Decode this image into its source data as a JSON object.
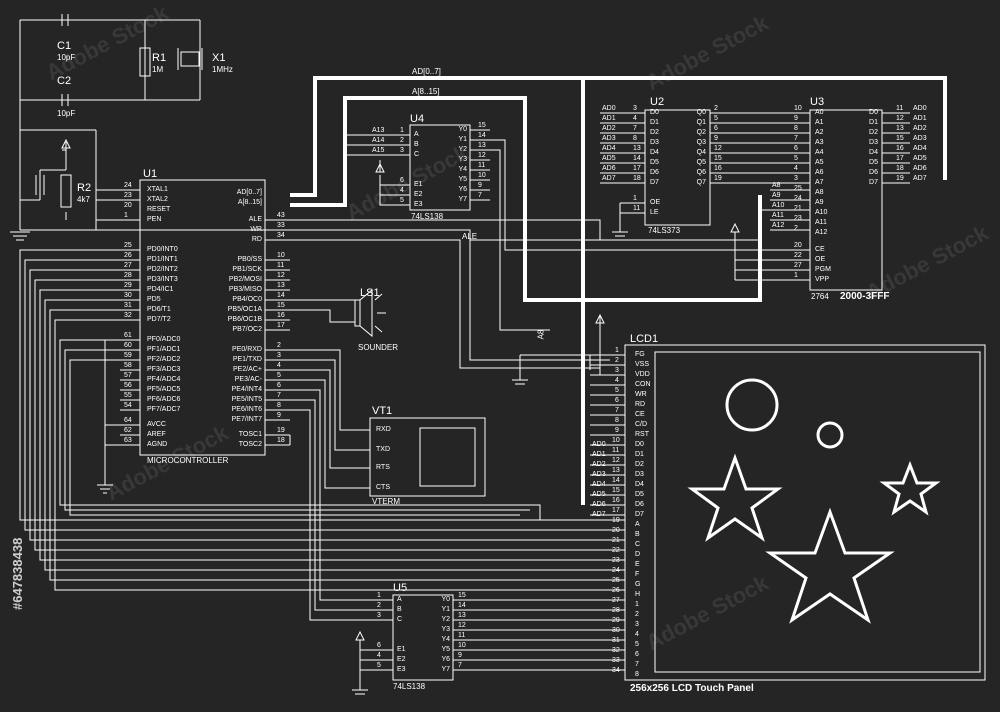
{
  "title": "256x256 LCD Touch Panel",
  "watermark": "Adobe Stock",
  "stock_id": "#647838438",
  "nets": {
    "ad_bus": "AD[0..7]",
    "a_bus": "A[8..15]",
    "ale": "ALE",
    "a8": "A8"
  },
  "components": {
    "c1": {
      "ref": "C1",
      "value": "10pF"
    },
    "c2": {
      "ref": "C2",
      "value": "10pF"
    },
    "r1": {
      "ref": "R1",
      "value": "1M"
    },
    "x1": {
      "ref": "X1",
      "value": "1MHz"
    },
    "r2": {
      "ref": "R2",
      "value": "4k7"
    },
    "u1": {
      "ref": "U1",
      "type": "MICROCONTROLLER",
      "left_top": [
        [
          "24",
          "XTAL1"
        ],
        [
          "23",
          "XTAL2"
        ],
        [
          "20",
          "RESET"
        ],
        [
          "1",
          "PEN"
        ]
      ],
      "left_pd": [
        [
          "25",
          "PD0/INT0"
        ],
        [
          "26",
          "PD1/INT1"
        ],
        [
          "27",
          "PD2/INT2"
        ],
        [
          "28",
          "PD3/INT3"
        ],
        [
          "29",
          "PD4/IC1"
        ],
        [
          "30",
          "PD5"
        ],
        [
          "31",
          "PD6/T1"
        ],
        [
          "32",
          "PD7/T2"
        ]
      ],
      "left_pf": [
        [
          "61",
          "PF0/ADC0"
        ],
        [
          "60",
          "PF1/ADC1"
        ],
        [
          "59",
          "PF2/ADC2"
        ],
        [
          "58",
          "PF3/ADC3"
        ],
        [
          "57",
          "PF4/ADC4"
        ],
        [
          "56",
          "PF5/ADC5"
        ],
        [
          "55",
          "PF6/ADC6"
        ],
        [
          "54",
          "PF7/ADC7"
        ]
      ],
      "left_pw": [
        [
          "64",
          "AVCC"
        ],
        [
          "62",
          "AREF"
        ],
        [
          "63",
          "AGND"
        ]
      ],
      "right_bus": [
        "AD[0..7]",
        "A[8..15]"
      ],
      "right_ctl": [
        [
          "43",
          "ALE"
        ],
        [
          "33",
          "WR"
        ],
        [
          "34",
          "RD"
        ]
      ],
      "right_pb": [
        [
          "10",
          "PB0/SS"
        ],
        [
          "11",
          "PB1/SCK"
        ],
        [
          "12",
          "PB2/MOSI"
        ],
        [
          "13",
          "PB3/MISO"
        ],
        [
          "14",
          "PB4/OC0"
        ],
        [
          "15",
          "PB5/OC1A"
        ],
        [
          "16",
          "PB6/OC1B"
        ],
        [
          "17",
          "PB7/OC2"
        ]
      ],
      "right_pe": [
        [
          "2",
          "PE0/RXD"
        ],
        [
          "3",
          "PE1/TXD"
        ],
        [
          "4",
          "PE2/AC+"
        ],
        [
          "5",
          "PE3/AC-"
        ],
        [
          "6",
          "PE4/INT4"
        ],
        [
          "7",
          "PE5/INT5"
        ],
        [
          "8",
          "PE6/INT6"
        ],
        [
          "9",
          "PE7/INT7"
        ]
      ],
      "right_osc": [
        [
          "19",
          "TOSC1"
        ],
        [
          "18",
          "TOSC2"
        ]
      ]
    },
    "u4": {
      "ref": "U4",
      "type": "74LS138",
      "in": [
        [
          "1",
          "A"
        ],
        [
          "2",
          "B"
        ],
        [
          "3",
          "C"
        ]
      ],
      "in_nets": [
        "A13",
        "A14",
        "A15"
      ],
      "en": [
        [
          "6",
          "E1"
        ],
        [
          "4",
          "E2"
        ],
        [
          "5",
          "E3"
        ]
      ],
      "out": [
        [
          "15",
          "Y0"
        ],
        [
          "14",
          "Y1"
        ],
        [
          "13",
          "Y2"
        ],
        [
          "12",
          "Y3"
        ],
        [
          "11",
          "Y4"
        ],
        [
          "10",
          "Y5"
        ],
        [
          "9",
          "Y6"
        ],
        [
          "7",
          "Y7"
        ]
      ]
    },
    "u2": {
      "ref": "U2",
      "type": "74LS373",
      "d": [
        [
          "3",
          "D0"
        ],
        [
          "4",
          "D1"
        ],
        [
          "7",
          "D2"
        ],
        [
          "8",
          "D3"
        ],
        [
          "13",
          "D4"
        ],
        [
          "14",
          "D5"
        ],
        [
          "17",
          "D6"
        ],
        [
          "18",
          "D7"
        ]
      ],
      "d_nets": [
        "AD0",
        "AD1",
        "AD2",
        "AD3",
        "AD4",
        "AD5",
        "AD6",
        "AD7"
      ],
      "q": [
        [
          "2",
          "Q0"
        ],
        [
          "5",
          "Q1"
        ],
        [
          "6",
          "Q2"
        ],
        [
          "9",
          "Q3"
        ],
        [
          "12",
          "Q4"
        ],
        [
          "15",
          "Q5"
        ],
        [
          "16",
          "Q6"
        ],
        [
          "19",
          "Q7"
        ]
      ],
      "ctl": [
        [
          "1",
          "OE"
        ],
        [
          "11",
          "LE"
        ]
      ]
    },
    "u3": {
      "ref": "U3",
      "type": "2764",
      "range": "2000-3FFF",
      "a": [
        [
          "10",
          "A0"
        ],
        [
          "9",
          "A1"
        ],
        [
          "8",
          "A2"
        ],
        [
          "7",
          "A3"
        ],
        [
          "6",
          "A4"
        ],
        [
          "5",
          "A5"
        ],
        [
          "4",
          "A6"
        ],
        [
          "3",
          "A7"
        ],
        [
          "25",
          "A8"
        ],
        [
          "24",
          "A9"
        ],
        [
          "21",
          "A10"
        ],
        [
          "23",
          "A11"
        ],
        [
          "2",
          "A12"
        ]
      ],
      "a_nets": [
        "A8",
        "A9",
        "A10",
        "A11",
        "A12"
      ],
      "ctl": [
        [
          "20",
          "CE"
        ],
        [
          "22",
          "OE"
        ],
        [
          "27",
          "PGM"
        ],
        [
          "1",
          "VPP"
        ]
      ],
      "d": [
        [
          "11",
          "D0"
        ],
        [
          "12",
          "D1"
        ],
        [
          "13",
          "D2"
        ],
        [
          "15",
          "D3"
        ],
        [
          "16",
          "D4"
        ],
        [
          "17",
          "D5"
        ],
        [
          "18",
          "D6"
        ],
        [
          "19",
          "D7"
        ]
      ],
      "d_nets": [
        "AD0",
        "AD1",
        "AD2",
        "AD3",
        "AD4",
        "AD5",
        "AD6",
        "AD7"
      ]
    },
    "ls1": {
      "ref": "LS1",
      "type": "SOUNDER"
    },
    "vt1": {
      "ref": "VT1",
      "type": "VTERM",
      "pins": [
        "RXD",
        "TXD",
        "RTS",
        "CTS"
      ]
    },
    "u5": {
      "ref": "U5",
      "type": "74LS138",
      "in": [
        [
          "1",
          "A"
        ],
        [
          "2",
          "B"
        ],
        [
          "3",
          "C"
        ]
      ],
      "en": [
        [
          "6",
          "E1"
        ],
        [
          "4",
          "E2"
        ],
        [
          "5",
          "E3"
        ]
      ],
      "out": [
        [
          "15",
          "Y0"
        ],
        [
          "14",
          "Y1"
        ],
        [
          "13",
          "Y2"
        ],
        [
          "12",
          "Y3"
        ],
        [
          "11",
          "Y4"
        ],
        [
          "10",
          "Y5"
        ],
        [
          "9",
          "Y6"
        ],
        [
          "7",
          "Y7"
        ]
      ]
    },
    "lcd1": {
      "ref": "LCD1",
      "ctl": [
        [
          "1",
          "FG"
        ],
        [
          "2",
          "VSS"
        ],
        [
          "3",
          "VDD"
        ],
        [
          "4",
          "CON"
        ],
        [
          "5",
          "WR"
        ],
        [
          "6",
          "RD"
        ],
        [
          "7",
          "CE"
        ],
        [
          "8",
          "C/D"
        ],
        [
          "9",
          "RST"
        ]
      ],
      "d": [
        [
          "10",
          "D0"
        ],
        [
          "11",
          "D1"
        ],
        [
          "12",
          "D2"
        ],
        [
          "13",
          "D3"
        ],
        [
          "14",
          "D4"
        ],
        [
          "15",
          "D5"
        ],
        [
          "16",
          "D6"
        ],
        [
          "17",
          "D7"
        ]
      ],
      "d_nets": [
        "AD0",
        "AD1",
        "AD2",
        "AD3",
        "AD4",
        "AD5",
        "AD6",
        "AD7"
      ],
      "t": [
        [
          "19",
          "A"
        ],
        [
          "20",
          "B"
        ],
        [
          "21",
          "C"
        ],
        [
          "22",
          "D"
        ],
        [
          "23",
          "E"
        ],
        [
          "24",
          "F"
        ],
        [
          "25",
          "G"
        ],
        [
          "26",
          "H"
        ],
        [
          "27",
          "1"
        ],
        [
          "28",
          "2"
        ],
        [
          "29",
          "3"
        ],
        [
          "30",
          "4"
        ],
        [
          "31",
          "5"
        ],
        [
          "32",
          "6"
        ],
        [
          "33",
          "7"
        ],
        [
          "34",
          "8"
        ]
      ]
    }
  }
}
